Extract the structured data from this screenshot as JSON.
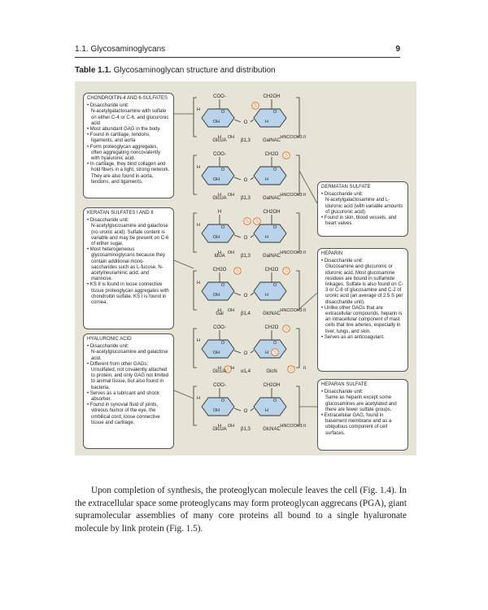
{
  "header": {
    "running_head": "1.1. Glycosaminoglycans",
    "page_number": "9"
  },
  "table": {
    "label": "Table 1.1.",
    "title": " Glycosaminoglycan structure and distribution"
  },
  "callouts_left": [
    {
      "title": "CHONDROITIN-4 AND 6-SULFATES",
      "items": [
        "Disaccharide unit:\nN-acetylgalactosamine with sulfate on either C-4 or C-6, and glucuronic acid",
        "Most abundant GAG in the body.",
        "Found in cartilage, tendons, ligaments, and aorta",
        "Form proteoglycan aggregates, often aggregating noncovalently with hyaluronic acid.",
        "In cartilage, they bind collagen and hold fibers in a tight, strong network. They are also found in aorta, tendons, and ligaments."
      ]
    },
    {
      "title": "KERATAN SULFATES I and II",
      "items": [
        "Disaccharide unit:\nN-acetylglucosamine and galactose (no uronic acid). Sulfate content is variable and may be present on C-6 of either sugar.",
        "Most heterogeneous glycosaminoglycans because they contain additional mono-saccharides such as L-fucose, N-acetylneuraminic acid, and mannose.",
        "KS II is found in loose connective tissue proteoglycan aggregates with chondroitin sulfate. KS I is found in cornea."
      ]
    },
    {
      "title": "HYALURONIC ACID",
      "items": [
        "Disaccharide unit:\nN-acetylglucosamine and galactose acid.",
        "Different from other GAGs:\nUnsulfated, not covalently attached to protein, and only GAG not limited to animal tissue, but also found in bacteria.",
        "Serves as a lubricant and shock absorber.",
        "Found in synovial fluid of joints, vitreous humor of the eye, the umbilical cord, loose connective tissue and cartilage."
      ]
    }
  ],
  "callouts_right": [
    {
      "title": "DERMATAN SULFATE",
      "items": [
        "Disaccharide unit:\nN-acetylgalactosamine and L-iduronic acid (with variable amounts of glucuronic acid).",
        "Found in skin, blood vessels, and heart valves."
      ]
    },
    {
      "title": "HEPARIN",
      "items": [
        "Disaccharide unit:\nGlucosamine and glucuronic or iduronic acid. Most glucosamine residues are bound in sulfamide linkages. Sulfate is also found on C-3 or C-6 of glucosamine and C-2 of uronic acid (an average of 2.5 S per disaccharide unit).",
        "Unlike other GAGs that are extracellular compounds, heparin is an intracellular component of mast cells that line arteries, especially in liver, lungs, and skin.",
        "Serves as an anticoagulant."
      ]
    },
    {
      "title": "HEPARAN SULFATE",
      "items": [
        "Disaccharide unit:\nSame as heparin except some glucosamines are acetylated and there are fewer sulfate groups.",
        "Extracellular GAG, found in basement membrane and as a ubiquitous component of cell surfaces."
      ]
    }
  ],
  "structures": [
    {
      "left_sugar": "GlcUA",
      "linkage": "β1,3",
      "right_sugar": "GalNAC",
      "left_top": "COO-",
      "right_top": "CH2OH",
      "right_bottom": "HNCOCH3"
    },
    {
      "left_sugar": "GlcUA",
      "linkage": "β1,3",
      "right_sugar": "GalNAC",
      "left_top": "COO-",
      "right_top": "CH2O",
      "right_bottom": "HNCOCH3"
    },
    {
      "left_sugar": "IdUA",
      "linkage": "β1,3",
      "right_sugar": "GalNAC",
      "left_top": "H",
      "right_top": "CH2OH",
      "right_bottom": "HNCOCH3"
    },
    {
      "left_sugar": "Gal",
      "linkage": "β1,4",
      "right_sugar": "GlcNAC",
      "left_top": "CH2O",
      "right_top": "CH2O",
      "right_bottom": "HNCOCH3"
    },
    {
      "left_sugar": "GlcUA",
      "linkage": "α1,4",
      "right_sugar": "GlcN",
      "left_top": "COO-",
      "right_top": "CH2O",
      "right_bottom": "HN"
    },
    {
      "left_sugar": "GlcUA",
      "linkage": "β1,3",
      "right_sugar": "GlcNAC",
      "left_top": "COO-",
      "right_top": "CH2OH",
      "right_bottom": "HNCOCH3"
    }
  ],
  "labels": {
    "sulfate": "S",
    "repeat": "n",
    "ring_o": "O",
    "h": "H",
    "oh": "OH"
  },
  "colors": {
    "panel": "#e6e4d6",
    "sulfate": "#e07020",
    "ring": "#333333"
  },
  "body_text": "Upon completion of synthesis, the proteoglycan molecule leaves the cell (Fig. 1.4). In the extracellular space some proteoglycans may form proteoglycan aggrecans (PGA), giant supramolecular assemblies of many core proteins all bound to a single hyaluronate molecule by link protein (Fig. 1.5)."
}
